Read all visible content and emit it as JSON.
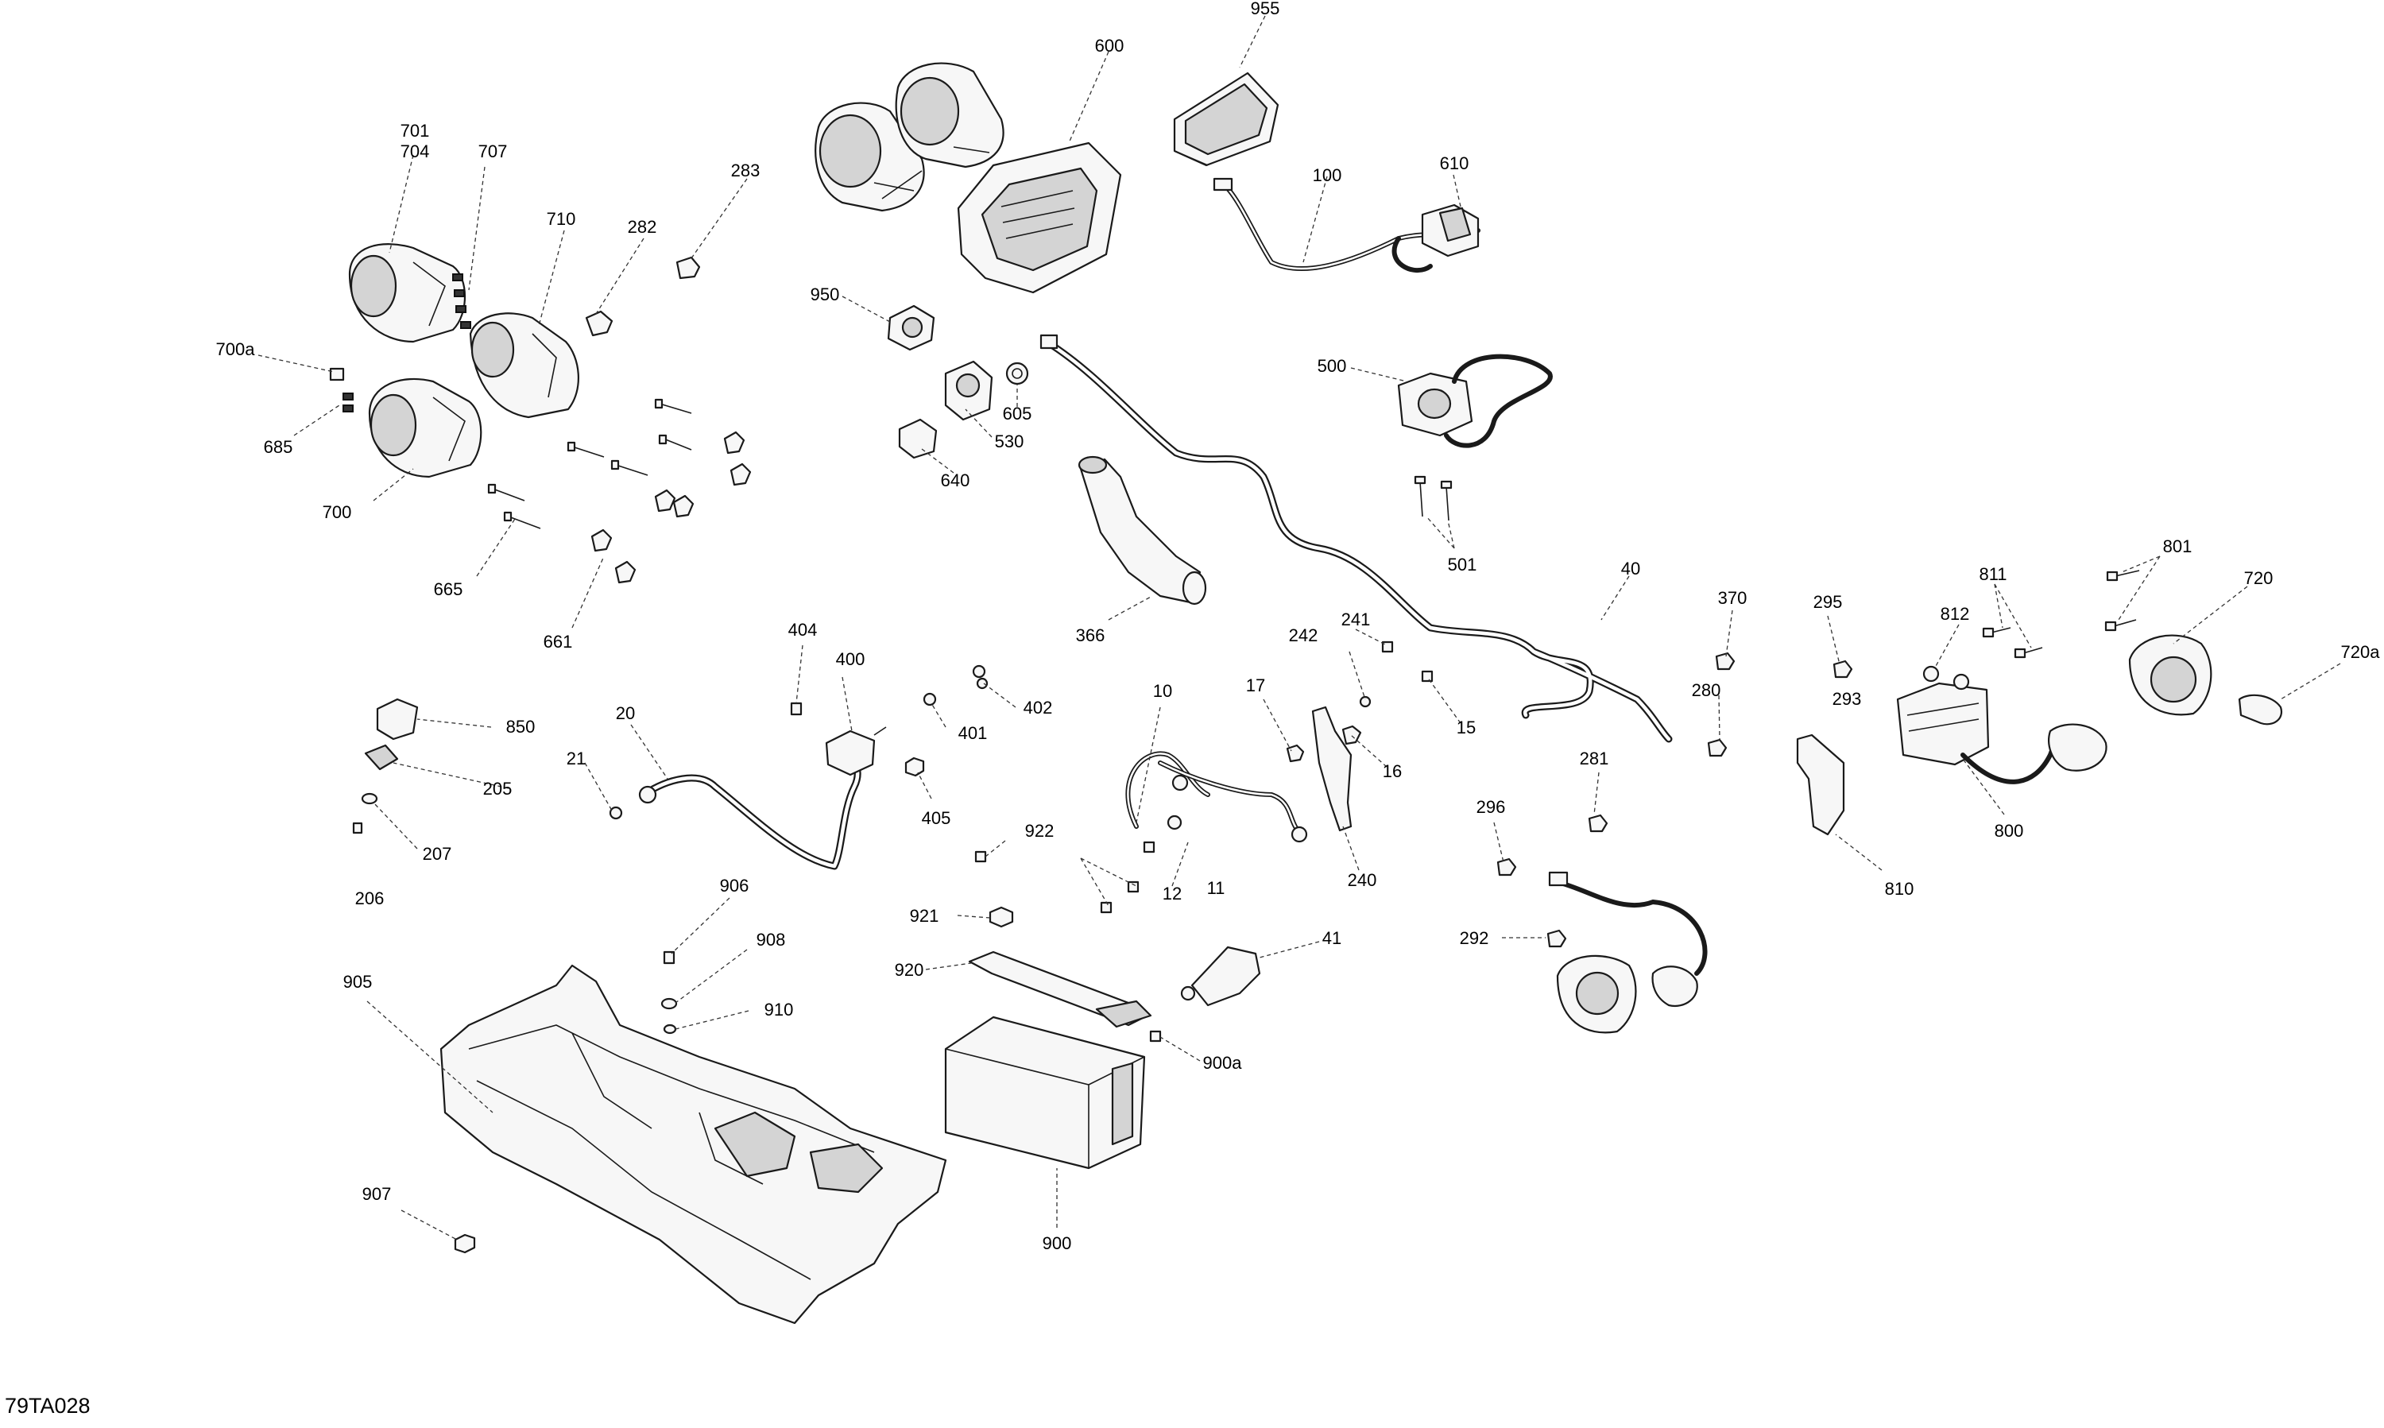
{
  "figure_ref": "79TA028",
  "callouts": [
    {
      "id": "955",
      "text": "955"
    },
    {
      "id": "600",
      "text": "600"
    },
    {
      "id": "610",
      "text": "610"
    },
    {
      "id": "100",
      "text": "100"
    },
    {
      "id": "701",
      "text": "701"
    },
    {
      "id": "704",
      "text": "704"
    },
    {
      "id": "707",
      "text": "707"
    },
    {
      "id": "710",
      "text": "710"
    },
    {
      "id": "282",
      "text": "282"
    },
    {
      "id": "283",
      "text": "283"
    },
    {
      "id": "700a",
      "text": "700a"
    },
    {
      "id": "685",
      "text": "685"
    },
    {
      "id": "700",
      "text": "700"
    },
    {
      "id": "665",
      "text": "665"
    },
    {
      "id": "661",
      "text": "661"
    },
    {
      "id": "950",
      "text": "950"
    },
    {
      "id": "530",
      "text": "530"
    },
    {
      "id": "605",
      "text": "605"
    },
    {
      "id": "640",
      "text": "640"
    },
    {
      "id": "500",
      "text": "500"
    },
    {
      "id": "501",
      "text": "501"
    },
    {
      "id": "366",
      "text": "366"
    },
    {
      "id": "40",
      "text": "40"
    },
    {
      "id": "370",
      "text": "370"
    },
    {
      "id": "295",
      "text": "295"
    },
    {
      "id": "811",
      "text": "811"
    },
    {
      "id": "801",
      "text": "801"
    },
    {
      "id": "720",
      "text": "720"
    },
    {
      "id": "720a",
      "text": "720a"
    },
    {
      "id": "812",
      "text": "812"
    },
    {
      "id": "293",
      "text": "293"
    },
    {
      "id": "280",
      "text": "280"
    },
    {
      "id": "800",
      "text": "800"
    },
    {
      "id": "810",
      "text": "810"
    },
    {
      "id": "281",
      "text": "281"
    },
    {
      "id": "296",
      "text": "296"
    },
    {
      "id": "292",
      "text": "292"
    },
    {
      "id": "404",
      "text": "404"
    },
    {
      "id": "400",
      "text": "400"
    },
    {
      "id": "402",
      "text": "402"
    },
    {
      "id": "401",
      "text": "401"
    },
    {
      "id": "405",
      "text": "405"
    },
    {
      "id": "20",
      "text": "20"
    },
    {
      "id": "21",
      "text": "21"
    },
    {
      "id": "850",
      "text": "850"
    },
    {
      "id": "205",
      "text": "205"
    },
    {
      "id": "207",
      "text": "207"
    },
    {
      "id": "206",
      "text": "206"
    },
    {
      "id": "10",
      "text": "10"
    },
    {
      "id": "922",
      "text": "922"
    },
    {
      "id": "12",
      "text": "12"
    },
    {
      "id": "11",
      "text": "11"
    },
    {
      "id": "921",
      "text": "921"
    },
    {
      "id": "920",
      "text": "920"
    },
    {
      "id": "41",
      "text": "41"
    },
    {
      "id": "900a",
      "text": "900a"
    },
    {
      "id": "900",
      "text": "900"
    },
    {
      "id": "242",
      "text": "242"
    },
    {
      "id": "241",
      "text": "241"
    },
    {
      "id": "17",
      "text": "17"
    },
    {
      "id": "16",
      "text": "16"
    },
    {
      "id": "15",
      "text": "15"
    },
    {
      "id": "240",
      "text": "240"
    },
    {
      "id": "906",
      "text": "906"
    },
    {
      "id": "908",
      "text": "908"
    },
    {
      "id": "910",
      "text": "910"
    },
    {
      "id": "905",
      "text": "905"
    },
    {
      "id": "907",
      "text": "907"
    }
  ]
}
